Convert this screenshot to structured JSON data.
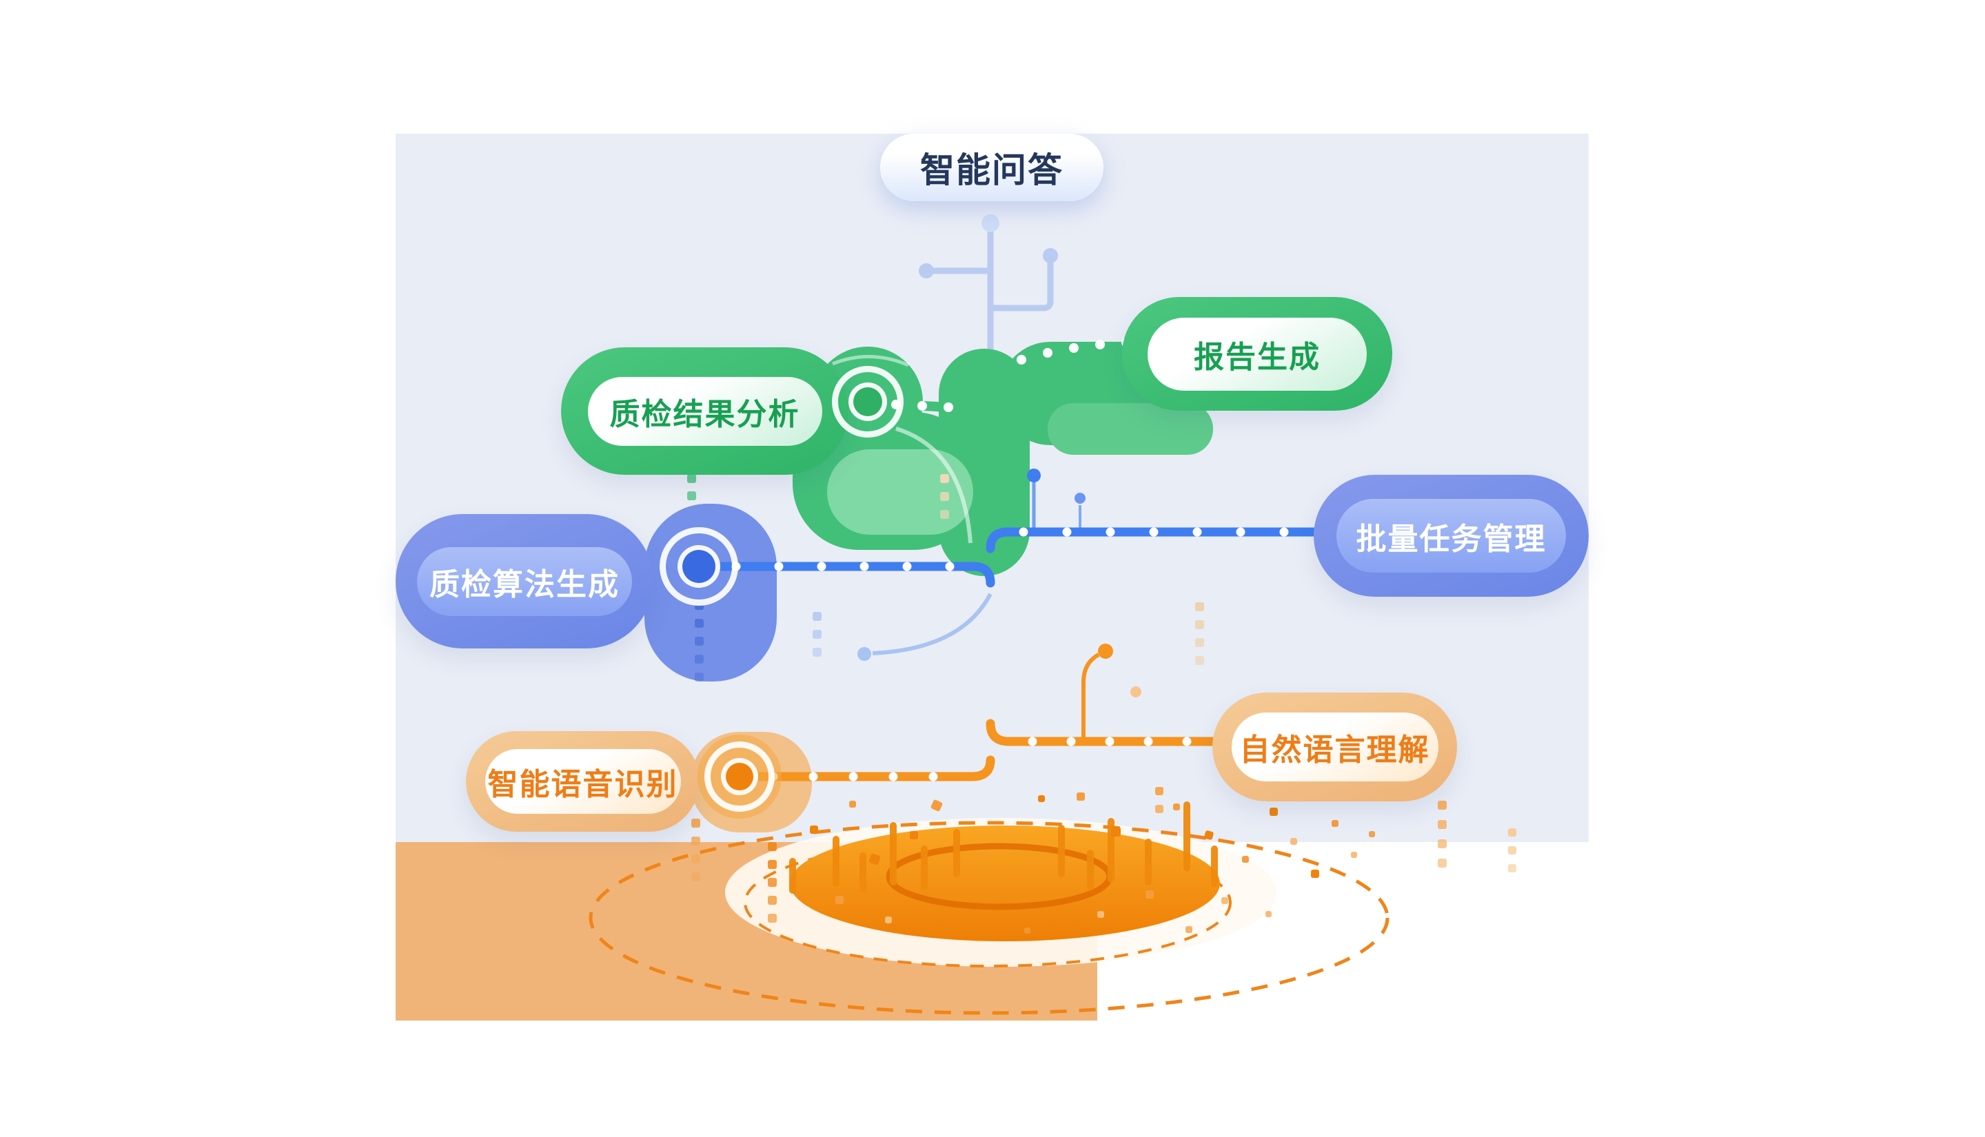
{
  "diagram": {
    "type": "capability-tree",
    "description": "Tree-shaped product capability diagram"
  },
  "nodes": {
    "qa": {
      "label": "智能问答",
      "color_theme": "light-blue"
    },
    "report": {
      "label": "报告生成",
      "color_theme": "green"
    },
    "analysis": {
      "label": "质检结果分析",
      "color_theme": "green"
    },
    "batch": {
      "label": "批量任务管理",
      "color_theme": "blue"
    },
    "algorithm": {
      "label": "质检算法生成",
      "color_theme": "blue"
    },
    "nlu": {
      "label": "自然语言理解",
      "color_theme": "orange"
    },
    "asr": {
      "label": "智能语音识别",
      "color_theme": "orange"
    }
  },
  "colors": {
    "background_panel": "#e9edf6",
    "ground_block": "#f1b478",
    "green_container": "#3fbe73",
    "green_text": "#17a052",
    "blue_container": "#7590e9",
    "branch_blue": "#3f7df0",
    "trunk_blue": "#2f6fe8",
    "upper_twig_blue": "#b9cbf0",
    "orange_branch": "#f5941f",
    "tan_container": "#f2c189",
    "orange_text": "#ee7d18",
    "root_orange": "#ee7f06",
    "dashed_ring_orange": "#ef8519",
    "qa_text": "#24375c"
  }
}
